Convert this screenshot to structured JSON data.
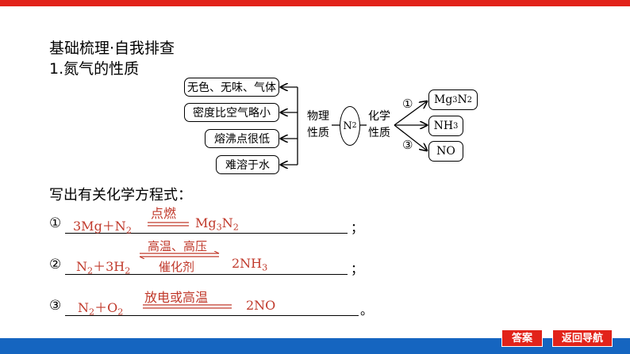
{
  "colors": {
    "red": "#e2231a",
    "blue": "#1565c0",
    "answer_red": "#c0392b"
  },
  "section_title": "基础梳理·自我排查",
  "subtitle": "1.氮气的性质",
  "diagram": {
    "physical_props": [
      "无色、无味、气体",
      "密度比空气略小",
      "熔沸点很低",
      "难溶于水"
    ],
    "physical_label_1": "物理",
    "physical_label_2": "性质",
    "center": "N",
    "center_sub": "2",
    "chemical_label_1": "化学",
    "chemical_label_2": "性质",
    "reactions": [
      {
        "num": "①",
        "product": "Mg",
        "sub1": "3",
        "mid": "N",
        "sub2": "2"
      },
      {
        "num": "",
        "product": "NH",
        "sub1": "3"
      },
      {
        "num": "③",
        "product": "NO"
      }
    ]
  },
  "prompt": "写出有关化学方程式：",
  "equations": [
    {
      "num": "①",
      "left": "3Mg＋N",
      "left_sub": "2",
      "cond_top": "点燃",
      "right": "Mg",
      "right_sub1": "3",
      "right_mid": "N",
      "right_sub2": "2",
      "end": "；"
    },
    {
      "num": "②",
      "left": "N",
      "left_sub": "2",
      "left2": "＋3H",
      "left_sub2": "2",
      "cond_top": "高温、高压",
      "cond_bottom": "催化剂",
      "right": "2NH",
      "right_sub1": "3",
      "end": "；"
    },
    {
      "num": "③",
      "left": "N",
      "left_sub": "2",
      "left2": "＋O",
      "left_sub2": "2",
      "cond_top": "放电或高温",
      "right": "2NO",
      "end": "。"
    }
  ],
  "buttons": {
    "answer": "答案",
    "back": "返回导航"
  }
}
